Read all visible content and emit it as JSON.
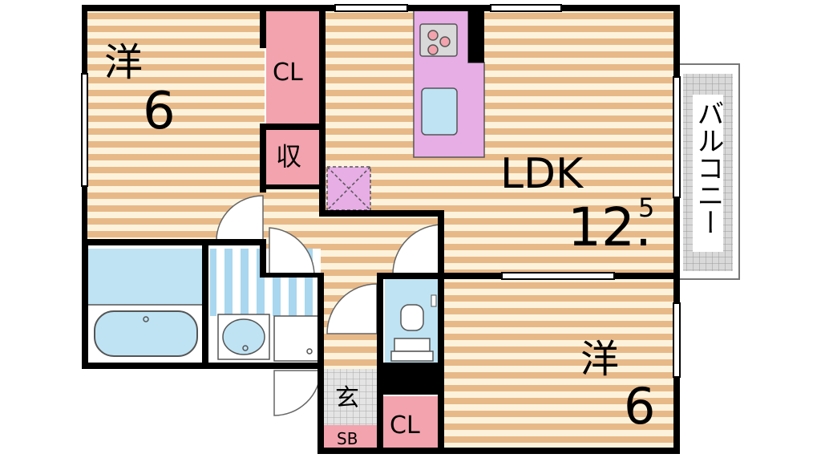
{
  "rooms": {
    "western_top": {
      "kanji": "洋",
      "size": "6"
    },
    "closet_top": {
      "label": "CL"
    },
    "storage": {
      "label": "収"
    },
    "ldk": {
      "label": "LDK",
      "size_main": "12.",
      "size_sup": "5"
    },
    "balcony": {
      "label": "バルコニー"
    },
    "western_bottom": {
      "kanji": "洋",
      "size": "6"
    },
    "entrance": {
      "label": "玄"
    },
    "shoe_box": {
      "label": "SB"
    },
    "closet_bottom": {
      "label": "CL"
    }
  },
  "colors": {
    "wall": "#000000",
    "floor_light": "#fdf3dc",
    "floor_dark": "#e7b989",
    "closet": "#f2a3ad",
    "kitchen": "#e7aee6",
    "water": "#bfe3f3",
    "fixture_blue": "#a9d7ef",
    "balcony": "#c9c9c9"
  }
}
